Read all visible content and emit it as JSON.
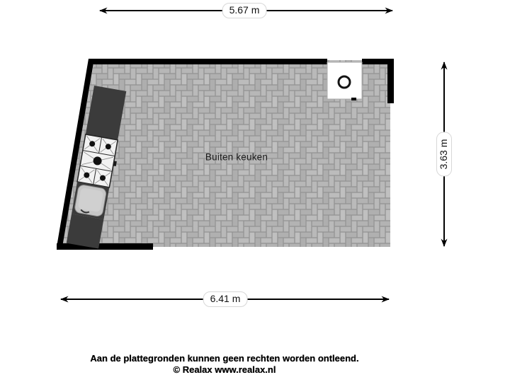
{
  "floorplan": {
    "room_label": "Buiten keuken",
    "dimensions": {
      "top": "5.67 m",
      "bottom": "6.41 m",
      "right": "3.63 m"
    },
    "fixtures": {
      "counter_top": "counter",
      "stove": "5-burner gas hob",
      "sink": "sink basin",
      "counter_bottom": "counter",
      "appliance": "round fixture in wall opening"
    },
    "colors": {
      "wall": "#000000",
      "paver": "#b5b5b5",
      "grout": "#8d8d8d",
      "counter": "#3b3b3b",
      "stove_background": "#f2f2f2",
      "sink_basin": "#c7c7c7",
      "appliance_background": "#ffffff",
      "page_background": "#ffffff"
    }
  },
  "footer": {
    "line1": "Aan de plattegronden kunnen geen rechten worden ontleend.",
    "line2": "© Realax www.realax.nl"
  }
}
